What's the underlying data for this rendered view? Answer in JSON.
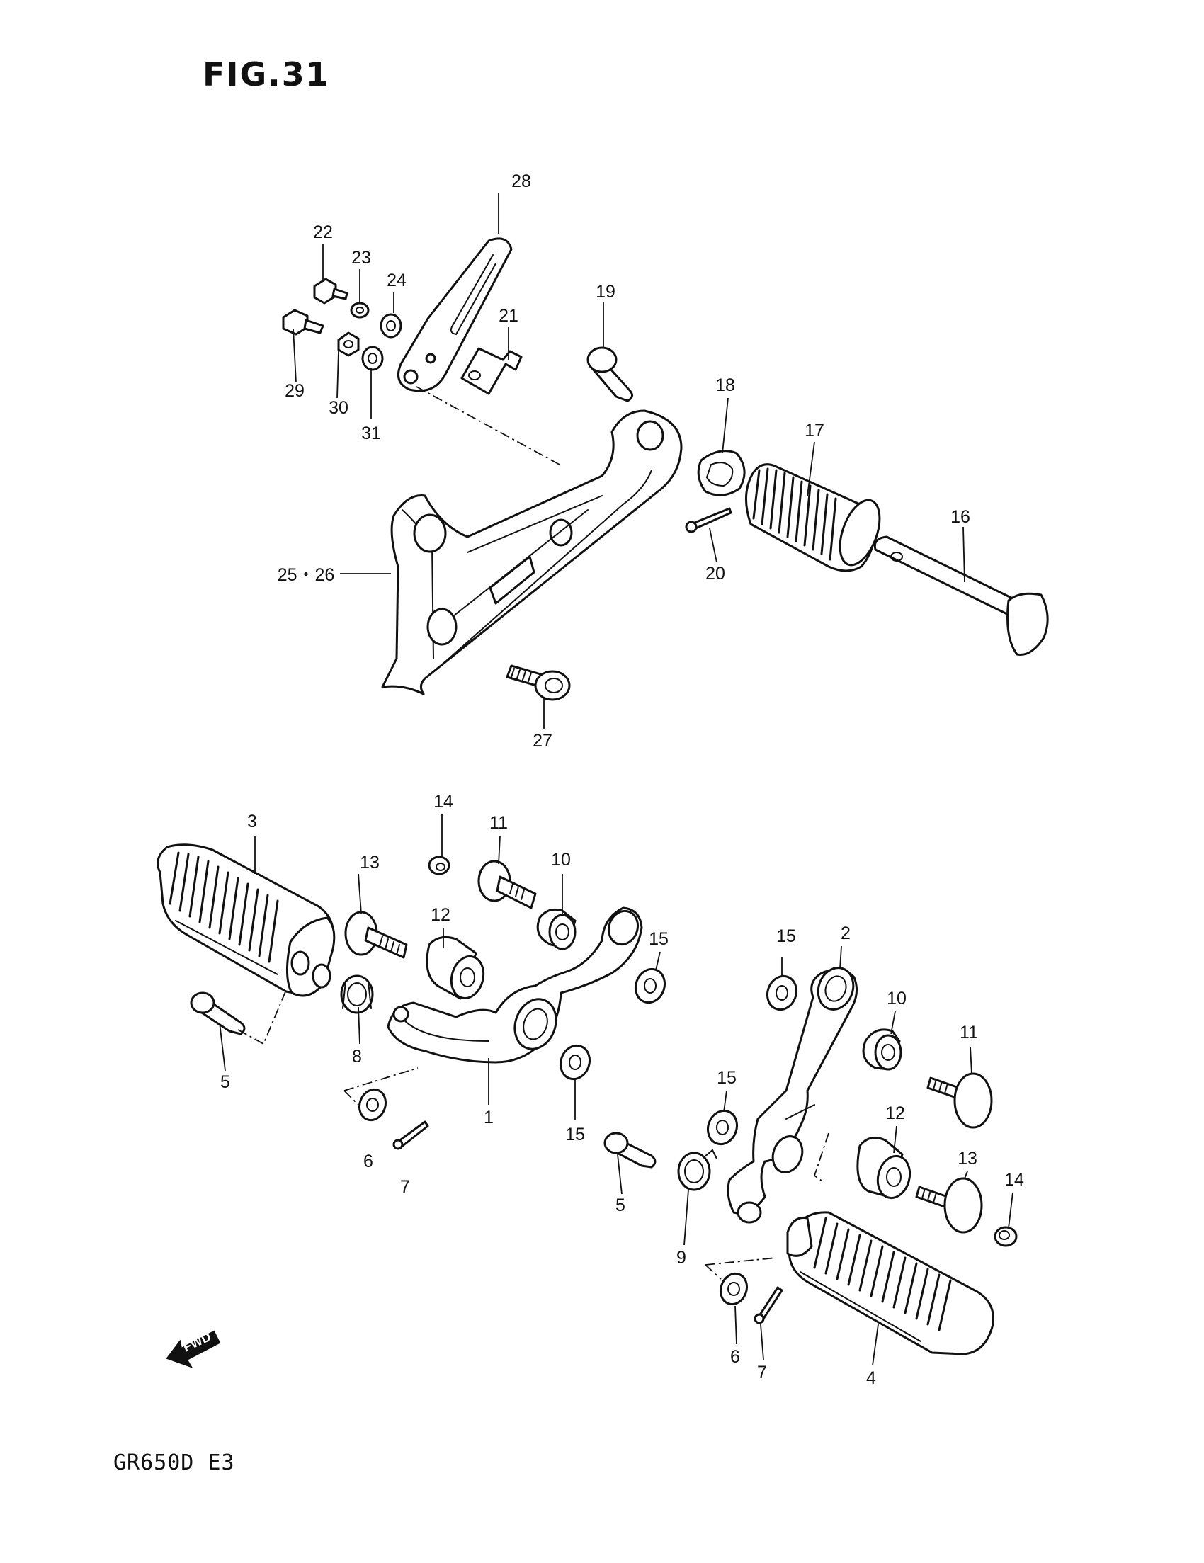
{
  "figure_title": "FIG.31",
  "model_code": "GR650D  E3",
  "fwd_label": "FWD",
  "callouts": {
    "c1": "1",
    "c2": "2",
    "c3": "3",
    "c4": "4",
    "c5a": "5",
    "c5b": "5",
    "c6a": "6",
    "c6b": "6",
    "c7a": "7",
    "c7b": "7",
    "c8": "8",
    "c9": "9",
    "c10a": "10",
    "c10b": "10",
    "c11a": "11",
    "c11b": "11",
    "c12a": "12",
    "c12b": "12",
    "c13a": "13",
    "c13b": "13",
    "c14a": "14",
    "c14b": "14",
    "c15a": "15",
    "c15b": "15",
    "c15c": "15",
    "c15d": "15",
    "c16": "16",
    "c17": "17",
    "c18": "18",
    "c19": "19",
    "c20": "20",
    "c21": "21",
    "c22": "22",
    "c23": "23",
    "c24": "24",
    "c2526": "25・26",
    "c27": "27",
    "c28": "28",
    "c29": "29",
    "c30": "30",
    "c31": "31"
  }
}
